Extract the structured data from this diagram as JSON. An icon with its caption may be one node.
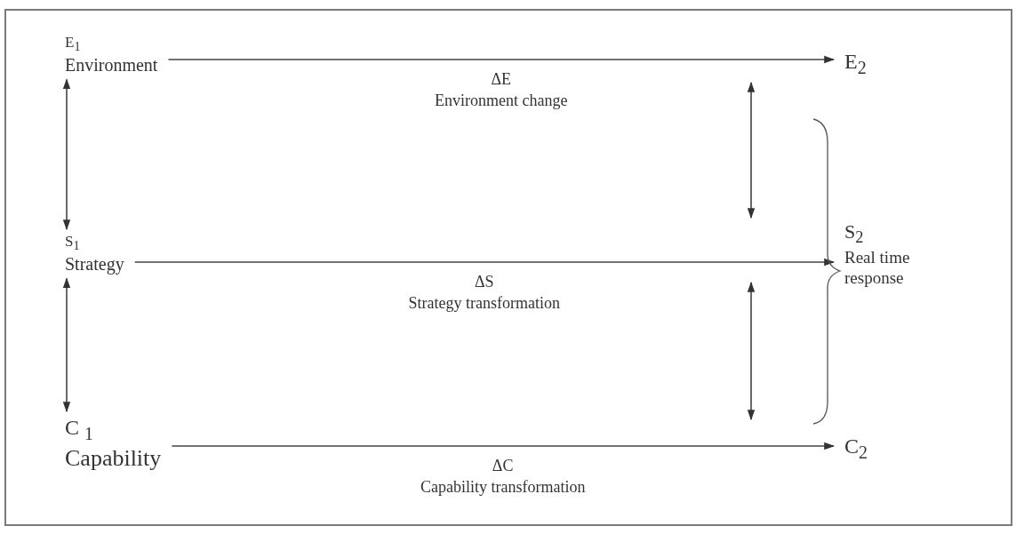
{
  "diagram": {
    "nodes": [
      {
        "text": [
          "E$_{1}$",
          "Environment"
        ]
      },
      {
        "text": [
          "S$_{1}$",
          "Strategy"
        ]
      },
      {
        "text": [
          "C $_{1}$",
          "Capability"
        ]
      },
      {
        "text": [
          "E$_{2}$"
        ]
      },
      {
        "text": [
          "S$_{2}$",
          "Real time response"
        ]
      },
      {
        "text": [
          "C$_{2}$"
        ]
      }
    ],
    "edges": [
      {
        "from": 0,
        "to": 3,
        "arrow": "to",
        "label": "ΔE Environment change"
      },
      {
        "from": 1,
        "to": 4,
        "arrow": "to",
        "label": "ΔS Strategy transformation"
      },
      {
        "from": 2,
        "to": 5,
        "arrow": "to",
        "label": "ΔC Capability transformation"
      },
      {
        "from": 0,
        "to": 1,
        "arrow": "both"
      },
      {
        "from": 1,
        "to": 2,
        "arrow": "both"
      }
    ]
  }
}
